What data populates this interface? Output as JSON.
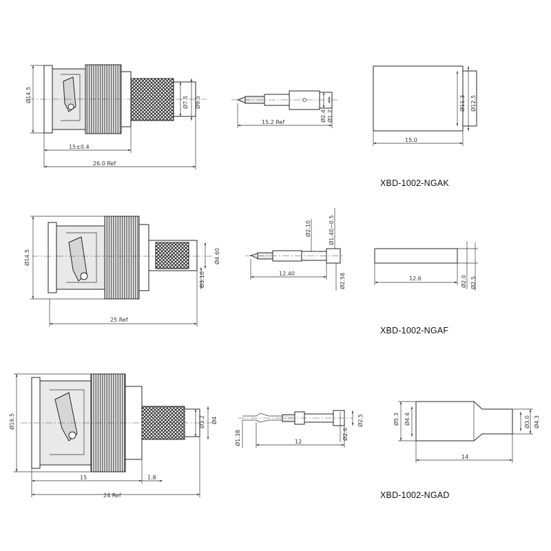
{
  "models": [
    {
      "name": "XBD-1002-NGAK",
      "connector": {
        "body_dia": "Ø14.5",
        "d1": "Ø7.5",
        "d2": "Ø9.5",
        "len1": "15±0.4",
        "len2": "26.0 Ref"
      },
      "pin": {
        "len": "15.2 Ref",
        "d1": "Ø2.4",
        "d2": "Ø1.2"
      },
      "sleeve": {
        "d1": "Ø11.3",
        "d2": "Ø12.5",
        "len": "15.0"
      }
    },
    {
      "name": "XBD-1002-NGAF",
      "connector": {
        "body_dia": "Ø14.5",
        "d1": "Ø4.60",
        "d2": "Ø3.10",
        "len": "25 Ref"
      },
      "pin": {
        "top1": "Ø2.10",
        "top2": "Ø1.40~0.5",
        "len": "12.40",
        "d": "Ø2.58"
      },
      "sleeve": {
        "len": "12.6",
        "d1": "Ø2.0",
        "d2": "Ø2.5"
      }
    },
    {
      "name": "XBD-1002-NGAD",
      "connector": {
        "body_dia": "Ø16.5",
        "d1": "Ø3.2",
        "d2": "Ø4",
        "len1": "15",
        "len2": "1.8",
        "len3": "24 Ref"
      },
      "pin": {
        "d_left": "Ø1.38",
        "len": "12",
        "d1": "Ø2.6",
        "d2": "Ø2.5"
      },
      "sleeve": {
        "d_left1": "Ø5.3",
        "d_left2": "Ø4.4",
        "d_right1": "Ø3.0",
        "d_right2": "Ø4.3",
        "len": "14"
      }
    }
  ]
}
